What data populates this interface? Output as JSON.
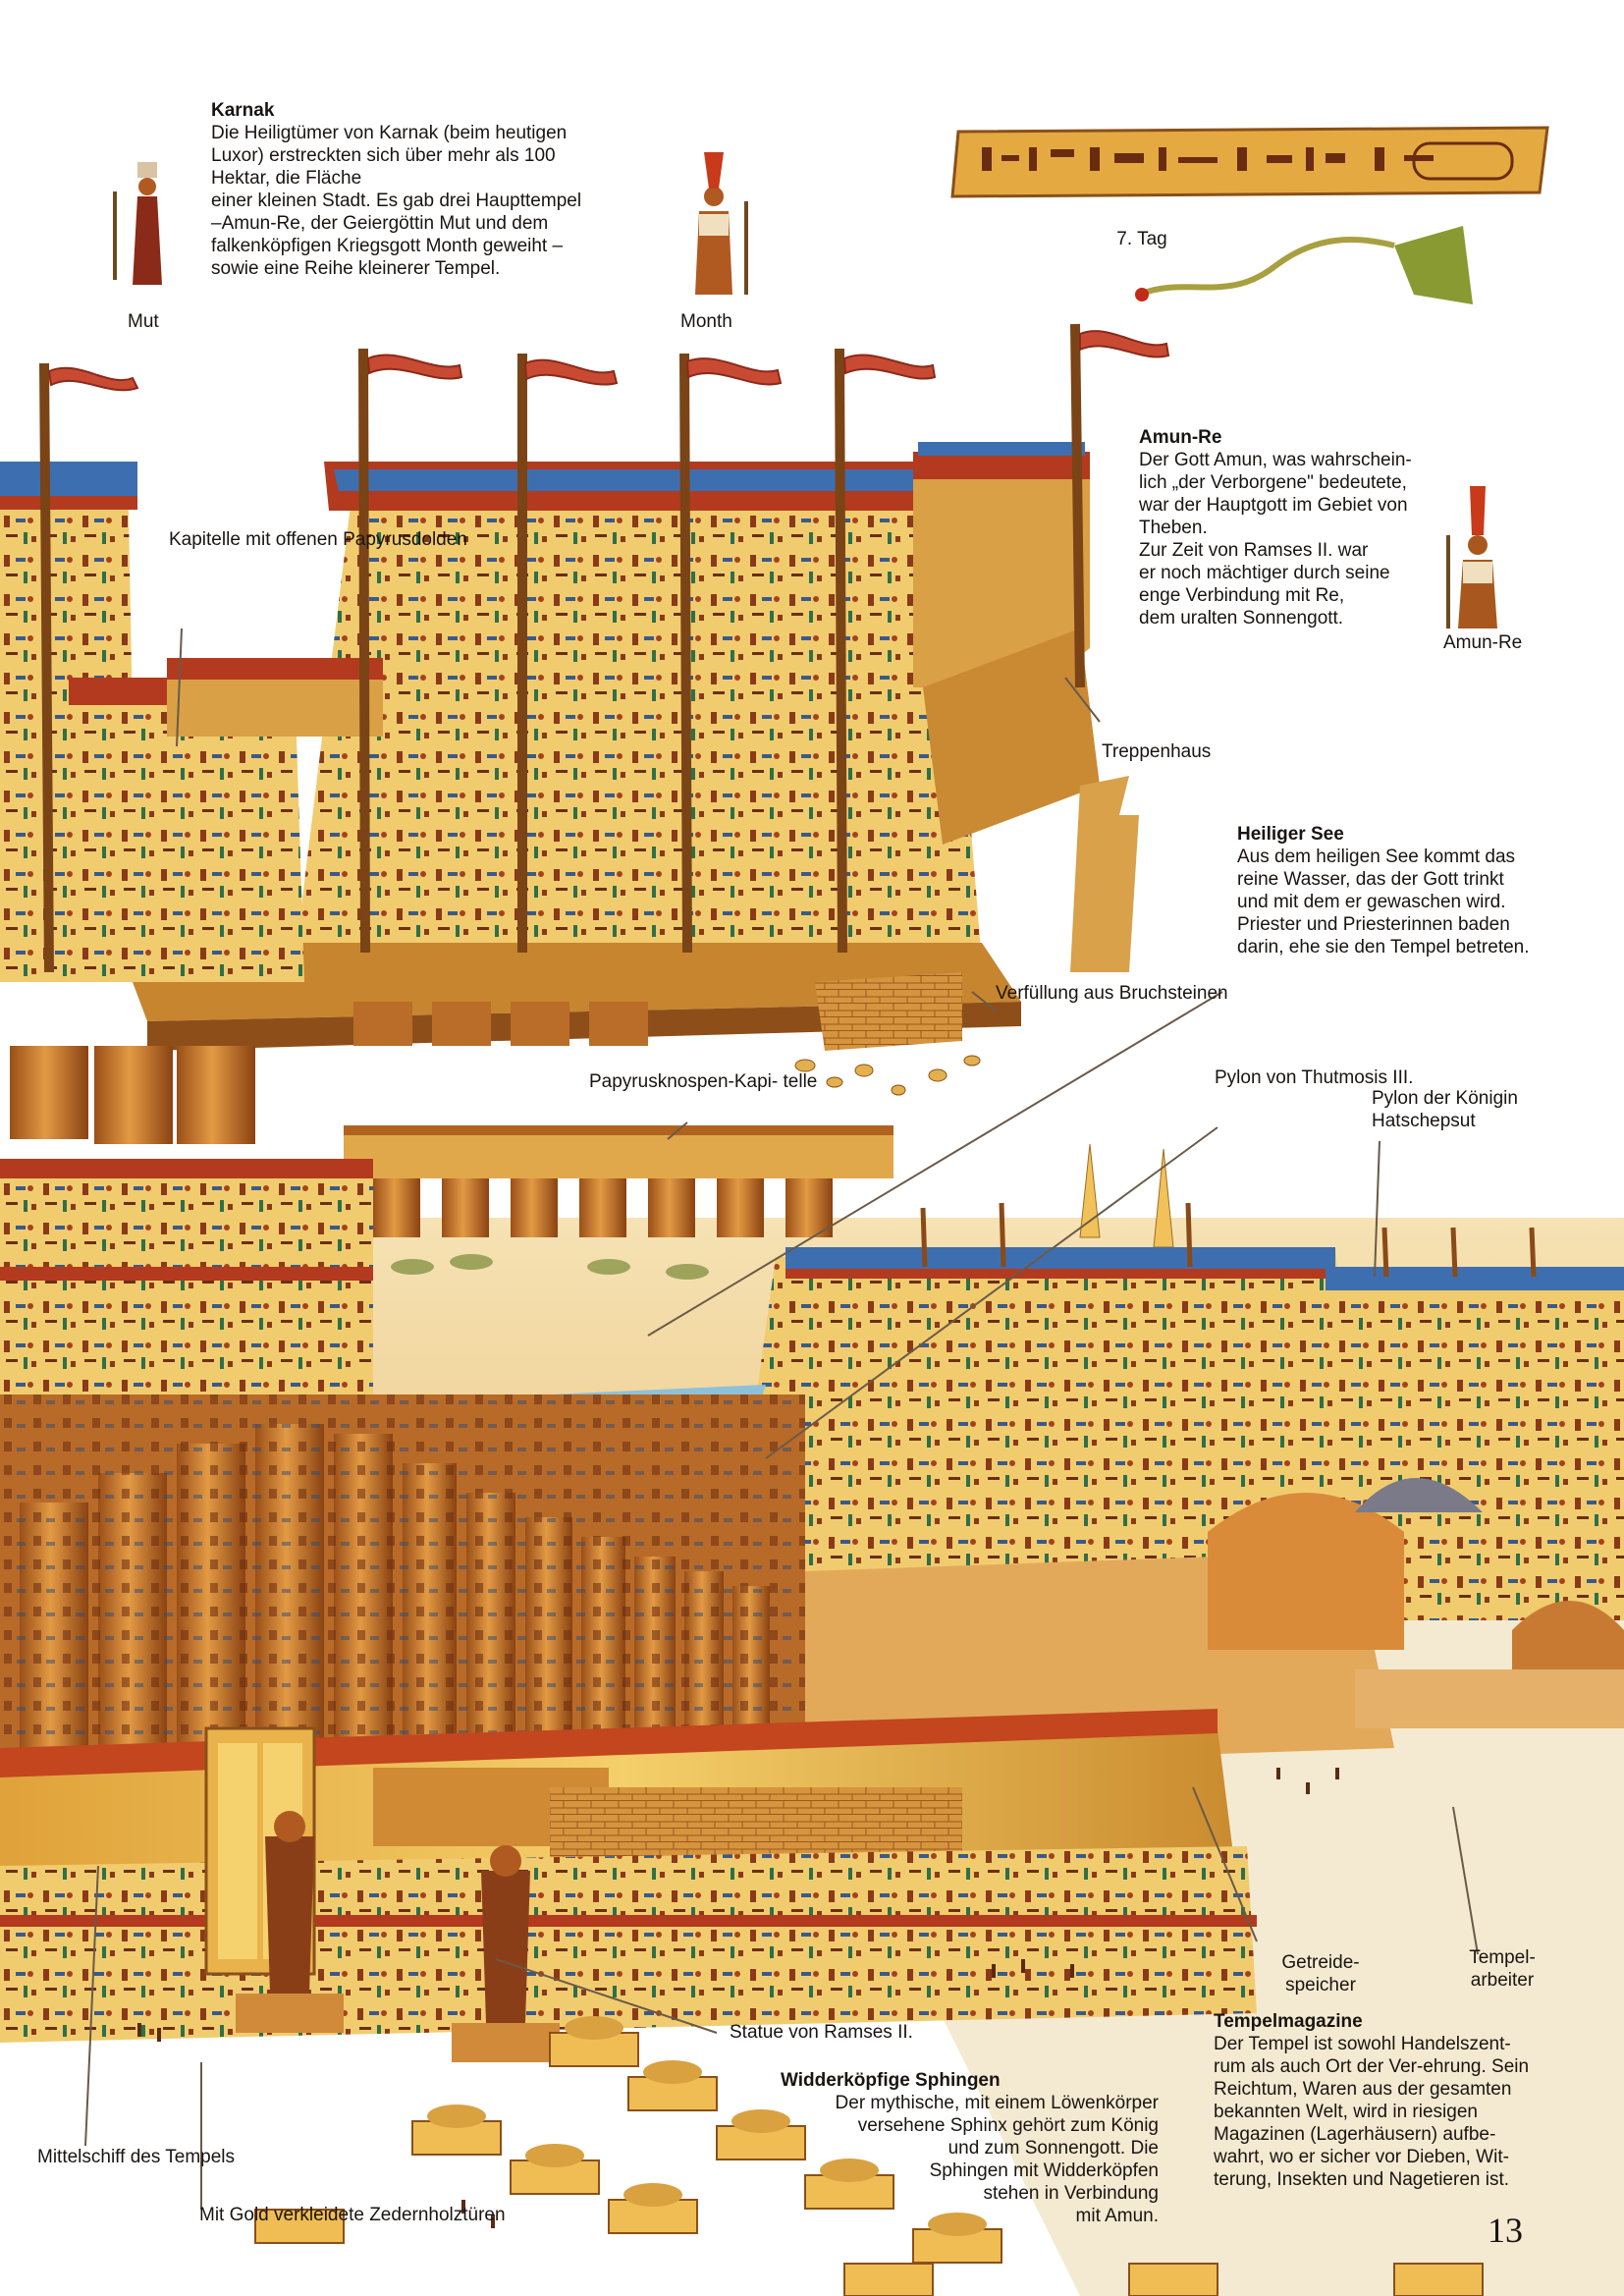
{
  "blocks": {
    "karnak": {
      "title": "Karnak",
      "lines": [
        "Die Heiligtümer von Karnak (beim heutigen",
        "Luxor) erstreckten sich über mehr als 100",
        "Hektar, die Fläche",
        "einer kleinen Stadt. Es gab drei Haupttempel",
        "–Amun-Re, der Geiergöttin Mut und dem",
        "falkenköpfigen Kriegsgott Month geweiht –",
        "sowie eine Reihe kleinerer Tempel."
      ]
    },
    "amunre": {
      "title": "Amun-Re",
      "lines": [
        "Der Gott Amun, was wahrschein-",
        "lich „der Verborgene\" bedeutete,",
        "war der Hauptgott im Gebiet von",
        "Theben.",
        "Zur Zeit von Ramses II. war",
        "er noch mächtiger durch seine",
        "enge Verbindung mit Re,",
        "dem uralten Sonnengott."
      ]
    },
    "see": {
      "title": "Heiliger See",
      "lines": [
        "Aus dem heiligen See kommt das",
        "reine Wasser, das der Gott trinkt",
        "und mit dem er gewaschen wird.",
        "Priester und Priesterinnen baden",
        "darin, ehe sie den Tempel betreten."
      ]
    },
    "magazine": {
      "title": "Tempelmagazine",
      "lines": [
        "Der Tempel ist sowohl Handelszent-",
        "rum als auch Ort der Ver-ehrung. Sein",
        "Reichtum, Waren aus der gesamten",
        "bekannten Welt, wird in riesigen",
        "Magazinen (Lagerhäusern) aufbe-",
        "wahrt, wo er sicher vor Dieben, Wit-",
        "terung, Insekten und Nagetieren ist."
      ]
    },
    "sphingen": {
      "title": "Widderköpfige Sphingen",
      "lines": [
        "Der mythische, mit einem Löwenkörper",
        "versehene Sphinx gehört zum König",
        "und zum Sonnengott. Die",
        "Sphingen mit Widderköpfen",
        "stehen in Verbindung",
        "mit Amun."
      ]
    }
  },
  "labels": {
    "mut": "Mut",
    "month": "Month",
    "amunre_fig": "Amun-Re",
    "tag1": "7.",
    "tag2": "Tag",
    "kapitelle": [
      "Kapitelle mit",
      "offenen",
      "Papyrusdolden"
    ],
    "treppenhaus": "Treppenhaus",
    "verfuellung": [
      "Verfüllung aus",
      "Bruchsteinen"
    ],
    "papyrus": [
      "Papyrusknospen-Kapi-",
      "telle"
    ],
    "thutmosis": [
      "Pylon von",
      "Thutmosis III."
    ],
    "hatschepsut": [
      "Pylon der Königin",
      "Hatschepsut"
    ],
    "getreide": [
      "Getreide-",
      "speicher"
    ],
    "tempelarbeiter": [
      "Tempel-",
      "arbeiter"
    ],
    "statue": "Statue von Ramses II.",
    "mittelschiff": [
      "Mittelschiff",
      "des Tempels"
    ],
    "gold": [
      "Mit Gold",
      "verkleidete",
      "Zedernholztüren"
    ]
  },
  "page_number": "13"
}
